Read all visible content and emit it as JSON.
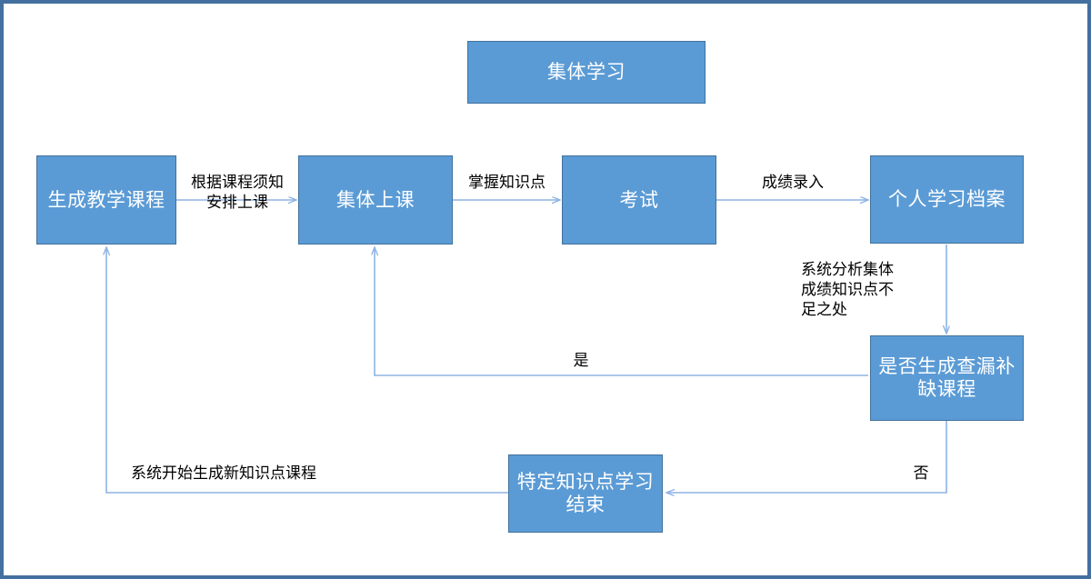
{
  "diagram": {
    "title_node": "集体学习",
    "border_color": "#44709f",
    "node_fill": "#5b9bd5",
    "node_border": "#41719c",
    "edge_color": "#8eb4e3",
    "nodes": [
      {
        "id": "group-study",
        "label": "集体学习"
      },
      {
        "id": "generate-course",
        "label": "生成教学课程"
      },
      {
        "id": "group-class",
        "label": "集体上课"
      },
      {
        "id": "exam",
        "label": "考试"
      },
      {
        "id": "personal-archive",
        "label": "个人学习档案"
      },
      {
        "id": "decision-remedial",
        "label": "是否生成查漏补缺课程"
      },
      {
        "id": "topic-finish",
        "label": "特定知识点学习结束"
      }
    ],
    "edge_labels": [
      {
        "id": "arrange-class",
        "text": "根据课程须知\n安排上课"
      },
      {
        "id": "master-points",
        "text": "掌握知识点"
      },
      {
        "id": "score-entry",
        "text": "成绩录入"
      },
      {
        "id": "system-analysis",
        "text": "系统分析集体\n成绩知识点不\n足之处"
      },
      {
        "id": "yes",
        "text": "是"
      },
      {
        "id": "no",
        "text": "否"
      },
      {
        "id": "regenerate",
        "text": "系统开始生成新知识点课程"
      }
    ]
  }
}
